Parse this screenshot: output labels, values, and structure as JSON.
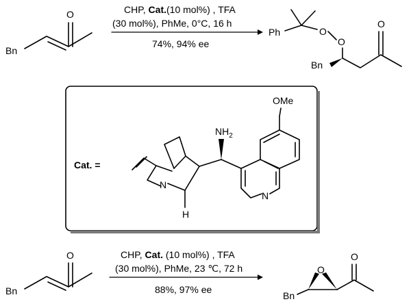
{
  "reaction1": {
    "reactant_substituent": "Bn",
    "reactant_carbonyl_o": "O",
    "conditions_line1_pre": "CHP, ",
    "conditions_line1_cat": "Cat.",
    "conditions_line1_post": "(10 mol%) , TFA",
    "conditions_line2": "(30 mol%), PhMe, 0°C,  16 h",
    "yield_ee": "74%, 94% ee",
    "product_ph": "Ph",
    "product_peroxide_o1": "O",
    "product_peroxide_o2": "O",
    "product_carbonyl_o": "O",
    "product_substituent": "Bn"
  },
  "catalyst": {
    "label": "Cat. =",
    "amine": "NH",
    "amine_sub": "2",
    "methoxy": "OMe",
    "bridgehead_n": "N",
    "bridgehead_h": "H",
    "quinoline_n": "N"
  },
  "reaction2": {
    "reactant_substituent": "Bn",
    "reactant_carbonyl_o": "O",
    "conditions_line1_pre": "CHP, ",
    "conditions_line1_cat": "Cat.",
    "conditions_line1_post": " (10 mol%) , TFA",
    "conditions_line2": "(30 mol%), PhMe, 23 ℃, 72 h",
    "yield_ee": "88%, 97% ee",
    "product_epoxide_o": "O",
    "product_carbonyl_o": "O",
    "product_substituent": "Bn"
  }
}
